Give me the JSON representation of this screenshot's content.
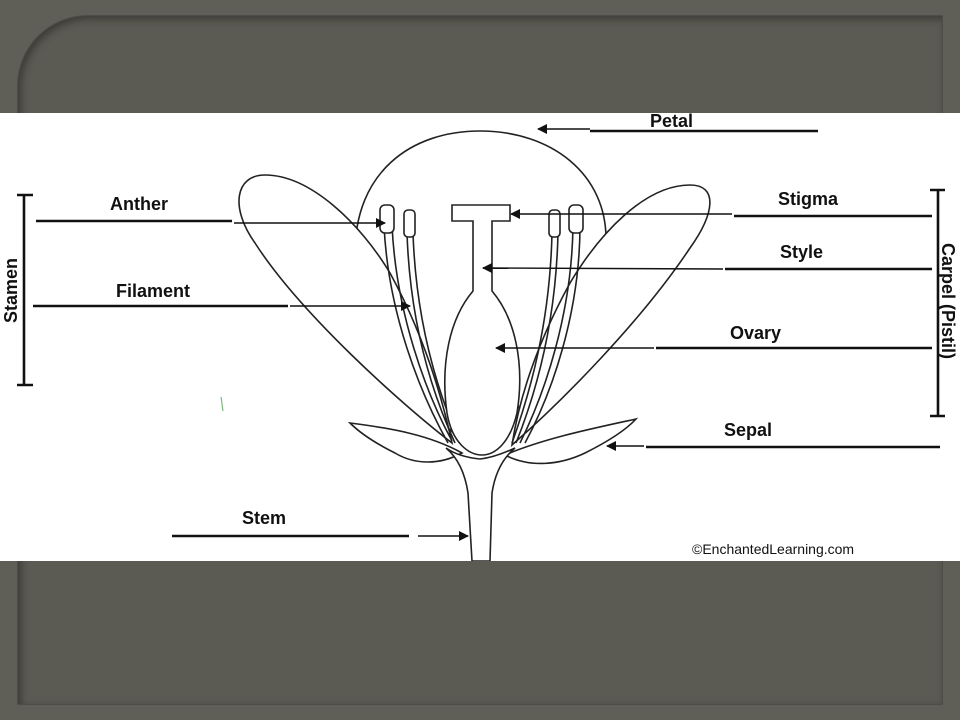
{
  "labels": {
    "petal": "Petal",
    "anther": "Anther",
    "stigma": "Stigma",
    "style": "Style",
    "filament": "Filament",
    "ovary": "Ovary",
    "sepal": "Sepal",
    "stem": "Stem",
    "stamen": "Stamen",
    "carpel": "Carpel (Pistil)"
  },
  "credit": "©EnchantedLearning.com",
  "colors": {
    "background": "#5f5e57",
    "panel": "#ffffff",
    "ink": "#111111"
  }
}
